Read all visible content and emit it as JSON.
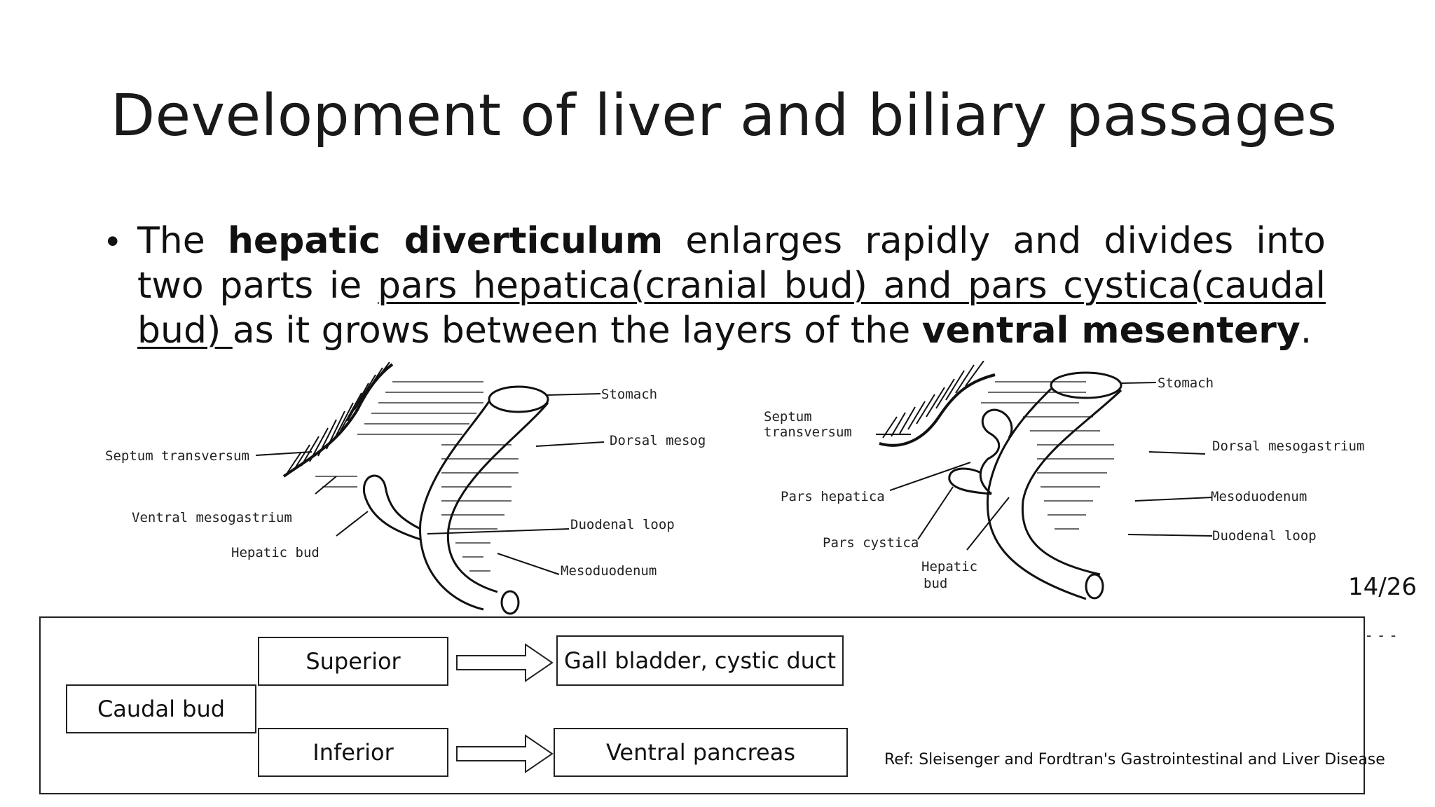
{
  "slide": {
    "title": "Development of liver and biliary passages",
    "bullet": {
      "marker": "•",
      "part1": "The ",
      "bold1": "hepatic diverticulum",
      "part2": " enlarges rapidly and divides into two parts ie ",
      "underlined": "pars hepatica(cranial bud) and pars cystica(caudal bud) ",
      "part3": "as it grows between the layers of the ",
      "bold2": "ventral mesentery",
      "part4": "."
    },
    "figure_left": {
      "labels": {
        "stomach": "Stomach",
        "dorsal": "Dorsal mesog",
        "septum": "Septum transversum",
        "ventral": "Ventral mesogastrium",
        "hepatic_bud": "Hepatic bud",
        "duodenal_loop": "Duodenal loop",
        "mesoduodenum": "Mesoduodenum"
      }
    },
    "figure_right": {
      "labels": {
        "stomach": "Stomach",
        "septum_1": "Septum",
        "septum_2": "transversum",
        "dorsal": "Dorsal mesogastrium",
        "pars_hepatica": "Pars hepatica",
        "mesoduodenum": "Mesoduodenum",
        "duodenal_loop": "Duodenal loop",
        "pars_cystica": "Pars cystica",
        "hepatic_1": "Hepatic",
        "hepatic_2": "bud"
      }
    },
    "page_number": "14/26",
    "flow": {
      "root": "Caudal bud",
      "superior": "Superior",
      "inferior": "Inferior",
      "superior_target": "Gall bladder, cystic duct",
      "inferior_target": "Ventral pancreas"
    },
    "reference": "Ref: Sleisenger and Fordtran's Gastrointestinal and Liver Disease"
  }
}
